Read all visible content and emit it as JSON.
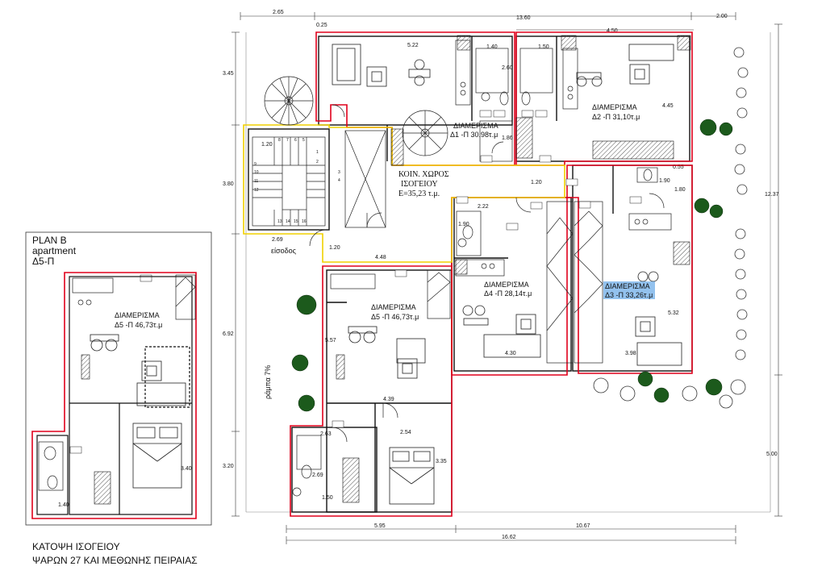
{
  "inset": {
    "title": "PLAN B",
    "subtitle": "apartment",
    "code": "Δ5-Π",
    "apt_title": "ΔΙΑΜΕΡΙΣΜΑ",
    "apt_sub": "Δ5 -Π 46,73τ.μ",
    "dims": [
      "3.40",
      "1.40"
    ]
  },
  "caption": {
    "line1": "ΚΑΤΟΨΗ ΙΣΟΓΕΙΟΥ",
    "line2": "ΨΑΡΩΝ 27 ΚΑΙ ΜΕΘΩΝΗΣ ΠΕΙΡΑΙΑΣ"
  },
  "common": {
    "line1": "ΚΟΙΝ. ΧΩΡΟΣ",
    "line2": "ΙΣΟΓΕΙΟΥ",
    "line3": "Ε=35,23 τ.μ."
  },
  "entrance": "είσοδος",
  "ramp": "ράμπα 7%",
  "apartments": {
    "d1": {
      "title": "ΔΙΑΜΕΡΙΣΜΑ",
      "sub": "Δ1 -Π 30.98τ.μ"
    },
    "d2": {
      "title": "ΔΙΑΜΕΡΙΣΜΑ",
      "sub": "Δ2 -Π 31,10τ.μ"
    },
    "d3": {
      "title": "ΔΙΑΜΕΡΙΣΜΑ",
      "sub": "Δ3 -Π 33,26τ.μ"
    },
    "d4": {
      "title": "ΔΙΑΜΕΡΙΣΜΑ",
      "sub": "Δ4 -Π 28,14τ.μ"
    },
    "d5": {
      "title": "ΔΙΑΜΕΡΙΣΜΑ",
      "sub": "Δ5 -Π 46,73τ.μ"
    }
  },
  "stair_numbers": [
    "1",
    "2",
    "3",
    "4",
    "5",
    "6",
    "7",
    "8",
    "9",
    "10",
    "11",
    "12",
    "13",
    "14",
    "15",
    "16"
  ],
  "dimensions": {
    "top": [
      "2.65",
      "13.60",
      "2.00",
      "0.25",
      "4.50"
    ],
    "left": [
      "3.45",
      "3.80",
      "6.92",
      "3.20"
    ],
    "right": [
      "12.37",
      "5.00"
    ],
    "bottom": [
      "5.95",
      "10.67",
      "16.62"
    ],
    "interior": [
      "5.22",
      "1.40",
      "2.60",
      "1.50",
      "4.45",
      "1.20",
      "1.20",
      "1.90",
      "1.80",
      "0.55",
      "1.86",
      "2.69",
      "1.20",
      "4.48",
      "1.90",
      "2.22",
      "5.57",
      "4.30",
      "3.98",
      "5.32",
      "4.39",
      "2.63",
      "2.54",
      "3.35",
      "2.69",
      "1.50"
    ]
  },
  "colors": {
    "apartment_outline": "#e0001b",
    "common_outline": "#f0d000",
    "highlight": "#3b8fe0",
    "tree": "#1c5a1c"
  }
}
